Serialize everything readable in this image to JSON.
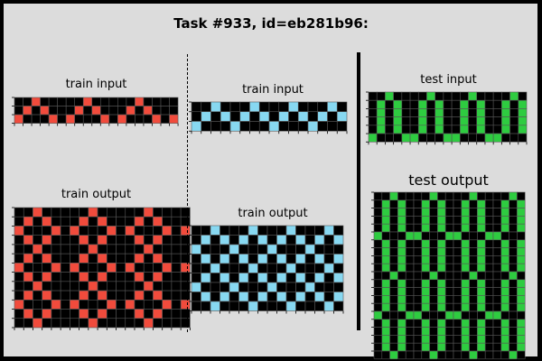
{
  "title": "Task #933, id=eb281b96:",
  "colors": {
    "black": "#000000",
    "red": "#f14b3c",
    "blue": "#87d8f1",
    "green": "#2ecc40"
  },
  "pairs": [
    {
      "input": {
        "label": "train input",
        "color": "red",
        "rows": [
          "0010000010000010000",
          "0101000101000101000",
          "1000101000101000101"
        ]
      },
      "output": {
        "label": "train output",
        "color": "red",
        "rows": [
          "0010000010000010000",
          "0101000101000101000",
          "1000101000101000101",
          "0101000101000101000",
          "0010000010000010000",
          "0101000101000101000",
          "1000101000101000101",
          "0101000101000101000",
          "0010000010000010000",
          "0101000101000101000",
          "1000101000101000101",
          "0101000101000101000",
          "0010000010000010000"
        ]
      }
    },
    {
      "input": {
        "label": "train input",
        "color": "blue",
        "rows": [
          "0010001000100010",
          "0101010101010101",
          "1000100010001000"
        ]
      },
      "output": {
        "label": "train output",
        "color": "blue",
        "rows": [
          "0010001000100010",
          "0101010101010101",
          "1000100010001000",
          "0101010101010101",
          "0010001000100010",
          "0101010101010101",
          "1000100010001000",
          "0101010101010101",
          "0010001000100010"
        ]
      }
    }
  ],
  "test": {
    "input": {
      "label": "test input",
      "color": "green",
      "rows": [
        "0010000100001000010",
        "0101001010010100101",
        "0101001010010100101",
        "0101001010010100101",
        "0101001010010100101",
        "1000110001100011000"
      ]
    },
    "output": {
      "label": "test output",
      "color": "green",
      "rows": [
        "0010000100001000010",
        "0101001010010100101",
        "0101001010010100101",
        "0101001010010100101",
        "0101001010010100101",
        "1000110001100011000",
        "0101001010010100101",
        "0101001010010100101",
        "0101001010010100101",
        "0101001010010100101",
        "0010000100001000010",
        "0101001010010100101",
        "0101001010010100101",
        "0101001010010100101",
        "0101001010010100101",
        "1000110001100011000",
        "0101001010010100101",
        "0101001010010100101",
        "0101001010010100101",
        "0101001010010100101",
        "0010000100001000010"
      ]
    }
  }
}
